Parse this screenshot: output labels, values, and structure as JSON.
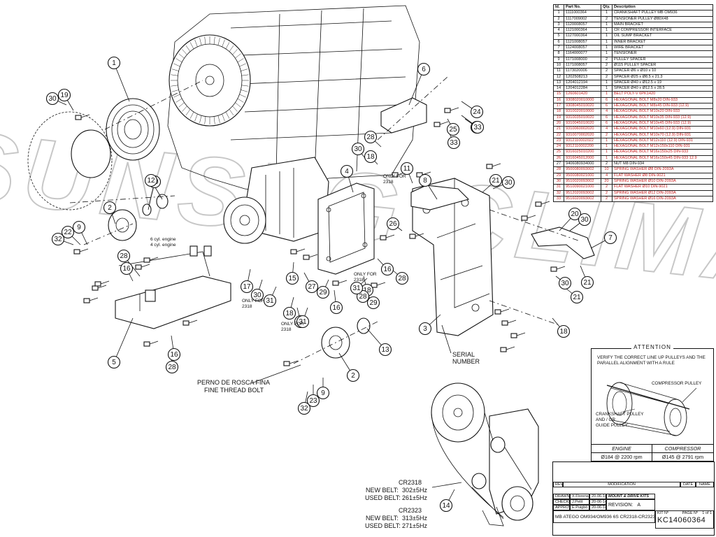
{
  "bom": {
    "headers": [
      "Id.",
      "Part No.",
      "Qty.",
      "Description"
    ],
    "rows": [
      [
        "1",
        "1111000364",
        "1",
        "CRANKSHAFT PULLEY MB OM936"
      ],
      [
        "2",
        "1117009002",
        "2",
        "TENSIONER PULLEY Ø80X48"
      ],
      [
        "3",
        "1120008057",
        "1",
        "MAIN BRACKET"
      ],
      [
        "4",
        "1121000364",
        "1",
        "CR COMPRESSOR INTERFACE"
      ],
      [
        "5",
        "1127000364",
        "1",
        "OIL SUMP BRACKET"
      ],
      [
        "6",
        "1121008057",
        "1",
        "INNER BRACKET"
      ],
      [
        "7",
        "1124008057",
        "1",
        "WIRE BRACKET"
      ],
      [
        "8",
        "1164000077",
        "1",
        "TENSIONER"
      ],
      [
        "9",
        "1171008000",
        "2",
        "PULLEY SPACER"
      ],
      [
        "10",
        "1171008057",
        "2",
        "Ø115 PULLEY SPACER"
      ],
      [
        "11",
        "1173020006",
        "2",
        "SPACER Ø6 x Ø10 x 10"
      ],
      [
        "12",
        "1202508213",
        "2",
        "SPACER Ø25 x Ø8.5 x 21.3"
      ],
      [
        "13",
        "1204012194",
        "1",
        "SPACER Ø40 x Ø12.5 x 19"
      ],
      [
        "14",
        "1204012284",
        "1",
        "SPACER Ø40 x Ø12.5 x 28.5"
      ],
      [
        "15",
        "1260601420",
        "1",
        "BELT POLY-V 6PK1420"
      ],
      [
        "16",
        "9308020010000",
        "6",
        "HEXAGONAL BOLT M8x20 DIN-933"
      ],
      [
        "17",
        "9308045010020",
        "6",
        "HEXAGONAL BOLT M8x45 DIN-933 (12.9)"
      ],
      [
        "18",
        "9310020010000",
        "4",
        "HEXAGONAL BOLT M10x20 DIN-933"
      ],
      [
        "19",
        "9310035010020",
        "6",
        "HEXAGONAL BOLT M10x35 DIN-933 (12.9)"
      ],
      [
        "20",
        "9310045010020",
        "6",
        "HEXAGONAL BOLT M10x45 DIN-933 (12.9)"
      ],
      [
        "21",
        "9310060002020",
        "4",
        "HEXAGONAL BOLT M10x60 (12.9) DIN-931"
      ],
      [
        "22",
        "9310070002020",
        "2",
        "HEXAGONAL BOLT M10x70 (12.9) DIN-931"
      ],
      [
        "23",
        "9312110002022",
        "1",
        "HEXAGONAL BOLT M12x110 (12.9) DIN-931"
      ],
      [
        "24",
        "9312110002200",
        "1",
        "HEXAGONAL BOLT M12x150x110 DIN-931"
      ],
      [
        "25",
        "9316025010200",
        "1",
        "HEXAGONAL BOLT M16x150x25 DIN-933"
      ],
      [
        "26",
        "9316045012000",
        "1",
        "HEXAGONAL BOLT M16x150x45 DIN-933  12.9"
      ],
      [
        "27",
        "9406080934000",
        "2",
        "NUT M8 DIN-934"
      ],
      [
        "28",
        "9500080093002",
        "10",
        "SPRING WASHER Ø8 DIN-2093A"
      ],
      [
        "29",
        "9500080021000",
        "4",
        "FLAT WASHER Ø8 DIN-9021"
      ],
      [
        "30",
        "9510020093002",
        "20",
        "SPRING WASHER Ø10 DIN-2093A"
      ],
      [
        "31",
        "9510090021000",
        "2",
        "FLAT WASHER Ø10 DIN-9021"
      ],
      [
        "32",
        "9512020093002",
        "2",
        "SPRING WASHER Ø12 DIN-2093A"
      ],
      [
        "33",
        "9516020093002",
        "2",
        "SPRING WASHER Ø16 DIN-2093A"
      ]
    ],
    "highlight_rows": [
      "15",
      "16",
      "17",
      "18",
      "19",
      "20",
      "21",
      "22",
      "23",
      "24",
      "25",
      "26",
      "28",
      "29",
      "30",
      "31",
      "32",
      "33"
    ],
    "highlight_color": "#c81c1c"
  },
  "callouts": [
    "1",
    "2",
    "2",
    "3",
    "4",
    "5",
    "6",
    "7",
    "8",
    "9",
    "9",
    "10",
    "11",
    "12",
    "13",
    "14",
    "15",
    "16",
    "16",
    "16",
    "16",
    "17",
    "18",
    "18",
    "18",
    "18",
    "19",
    "20",
    "21",
    "21",
    "21",
    "22",
    "23",
    "24",
    "25",
    "26",
    "27",
    "28",
    "28",
    "28",
    "28",
    "28",
    "29",
    "29",
    "30",
    "30",
    "30",
    "30",
    "30",
    "30",
    "30",
    "30",
    "31",
    "31",
    "31",
    "32",
    "32",
    "33",
    "33"
  ],
  "notes": {
    "engine_6cyl": "6 cyl. engine",
    "engine_4cyl": "4 cyl. engine",
    "only_for": "ONLY FOR",
    "model_2318": "2318",
    "serial_number_1": "SERIAL",
    "serial_number_2": "NUMBER",
    "thread_es": "PERNO DE ROSCA FINA",
    "thread_en": "FINE THREAD BOLT"
  },
  "belt_specs": {
    "cr2318": {
      "model": "CR2318",
      "new_label": "NEW BELT:",
      "new_value": "302±5Hz",
      "used_label": "USED BELT:",
      "used_value": "261±5Hz"
    },
    "cr2323": {
      "model": "CR2323",
      "new_label": "NEW BELT:",
      "new_value": "313±5Hz",
      "used_label": "USED BELT:",
      "used_value": "271±5Hz"
    }
  },
  "attention": {
    "title": "ATTENTION",
    "text": "VERIFY THE CORRECT LINE UP PULLEYS AND THE PARALLEL ALIGNMENT WITH A RULE",
    "compressor_pulley": "COMPRESSOR PULLEY",
    "crank_line1": "CRANKSHAFT PULLEY",
    "crank_line2": "AND / OR",
    "crank_line3": "GUIDE PULLEY",
    "engine_header": "ENGINE",
    "compressor_header": "COMPRESSOR",
    "engine_value": "Ø184 @ 2200 rpm",
    "compressor_value": "Ø145 @ 2791 rpm"
  },
  "title_block": {
    "rev": "REV",
    "modification": "MODIFICATION",
    "date_col": "DATE",
    "name_col": "NAME",
    "drawn": "DRAWN",
    "checked": "CHECKED",
    "approved": "APPROVED",
    "drawn_by": "X.Florensa",
    "checked_by": "J.Petit",
    "approved_by": "E.Puigbò",
    "drawn_date": "20-06-14",
    "checked_date": "20-06-14",
    "approved_date": "20-06-14",
    "brand": "MOUNT & DRIVE KITS",
    "revision_label": "REVISION:",
    "revision_value": "A",
    "description": "MB ATEGO OM934/OM936 6S CR2318-CR2323",
    "kit_label": "KIT Nº",
    "kit_number": "KC14060364",
    "page_label": "PAGE Nº",
    "page_value": "1 of 1"
  },
  "watermark": "SUNSEG CLIMA"
}
